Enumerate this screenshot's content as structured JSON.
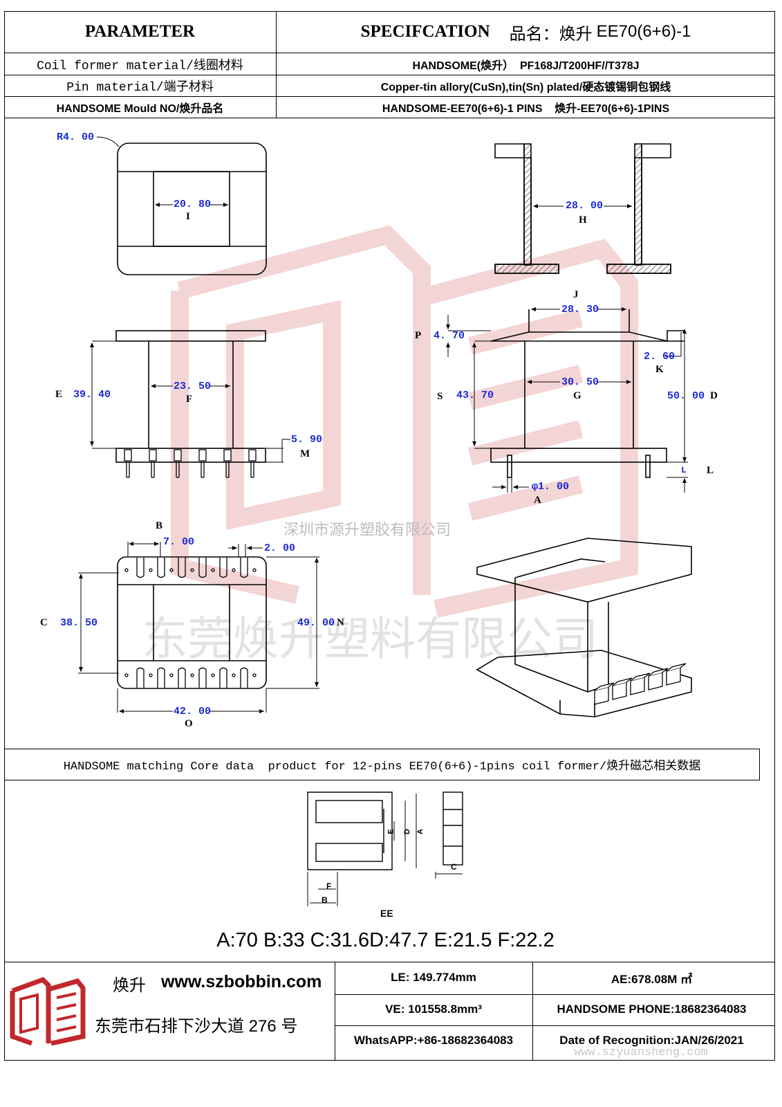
{
  "header": {
    "parameter_title": "PARAMETER",
    "spec_title": "SPECIFCATION",
    "product_label": "品名：焕升",
    "product_model": "EE70(6+6)-1"
  },
  "rows": [
    {
      "label": "Coil former material/线圈材料",
      "value": "HANDSOME(焕升）  PF168J/T200HF//T378J"
    },
    {
      "label": "Pin material/端子材料",
      "value": "Copper-tin allory(CuSn),tin(Sn) plated/硬态镀锡铜包钢线"
    },
    {
      "label": "HANDSOME Mould NO/焕升品名",
      "value": "HANDSOME-EE70(6+6)-1 PINS    焕升-EE70(6+6)-1PINS"
    }
  ],
  "dimensions": {
    "r": "R4. 00",
    "i": "20. 80",
    "h": "28. 00",
    "j": "28. 30",
    "p": "4. 70",
    "e": "39. 40",
    "f": "23. 50",
    "k": "2. 60",
    "s": "43. 70",
    "g": "30. 50",
    "d": "50. 00",
    "m": "5. 90",
    "l": "L",
    "a": "φ1. 00",
    "b": "7. 00",
    "pin_w": "2. 00",
    "c": "38. 50",
    "n": "49. 00",
    "o": "42. 00"
  },
  "markers": {
    "i": "I",
    "h": "H",
    "j": "J",
    "p": "P",
    "e": "E",
    "f": "F",
    "k": "K",
    "s": "S",
    "g": "G",
    "d": "D",
    "m": "M",
    "l": "L",
    "a": "A",
    "b": "B",
    "c": "C",
    "n": "N",
    "o": "O"
  },
  "watermarks": {
    "company_small": "深圳市源升塑胶有限公司",
    "company_large": "东莞焕升塑料有限公司",
    "site": "www.szyuansheng.com"
  },
  "core": {
    "caption": "HANDSOME matching Core data  product for 12-pins EE70(6+6)-1pins coil former/焕升磁芯相关数据",
    "type_label": "EE",
    "letters": {
      "a": "A",
      "b": "B",
      "c": "C",
      "d": "D",
      "e": "E",
      "f": "F"
    },
    "values_line": "A:70 B:33 C:31.6D:47.7 E:21.5 F:22.2"
  },
  "footer": {
    "brand": "焕升",
    "website": "www.szbobbin.com",
    "address": "东莞市石排下沙大道 276 号",
    "le": "LE: 149.774mm",
    "ae": "AE:678.08M ㎡",
    "ve": "VE: 101558.8mm³",
    "phone": "HANDSOME PHONE:18682364083",
    "whatsapp": "WhatsAPP:+86-18682364083",
    "date": "Date of Recognition:JAN/26/2021"
  },
  "colors": {
    "dimension": "#1a2ad6",
    "logo": "#c0282c",
    "watermark": "#e8b7b7"
  }
}
